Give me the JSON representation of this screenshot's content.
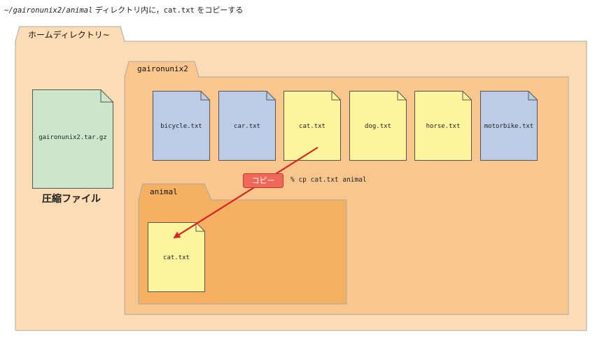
{
  "caption": {
    "path": "~/gaironunix2/animal",
    "text_before_file": " ディレクトリ内に，",
    "file": "cat.txt",
    "text_after_file": " をコピーする"
  },
  "home_folder": {
    "label": "ホームディレクトリ~"
  },
  "archive": {
    "file_label": "gaironunix2.tar.gz",
    "caption": "圧縮ファイル"
  },
  "gaironunix2_folder": {
    "label": "gaironunix2",
    "files": [
      {
        "name": "bicycle.txt",
        "color": "#bccbe6"
      },
      {
        "name": "car.txt",
        "color": "#bccbe6"
      },
      {
        "name": "cat.txt",
        "color": "#fcf59e"
      },
      {
        "name": "dog.txt",
        "color": "#fcf59e"
      },
      {
        "name": "horse.txt",
        "color": "#fcf59e"
      },
      {
        "name": "motorbike.txt",
        "color": "#bccbe6"
      }
    ]
  },
  "animal_folder": {
    "label": "animal",
    "files": [
      {
        "name": "cat.txt",
        "color": "#fcf59e"
      }
    ]
  },
  "copy_action": {
    "badge": "コピー",
    "command": "% cp cat.txt animal"
  },
  "colors": {
    "home_bg": "#fcdcb5",
    "gaironunix2_bg": "#f9c78e",
    "animal_bg": "#f6b062",
    "archive_green": "#cce6cc",
    "arrow_red": "#dd2222"
  }
}
